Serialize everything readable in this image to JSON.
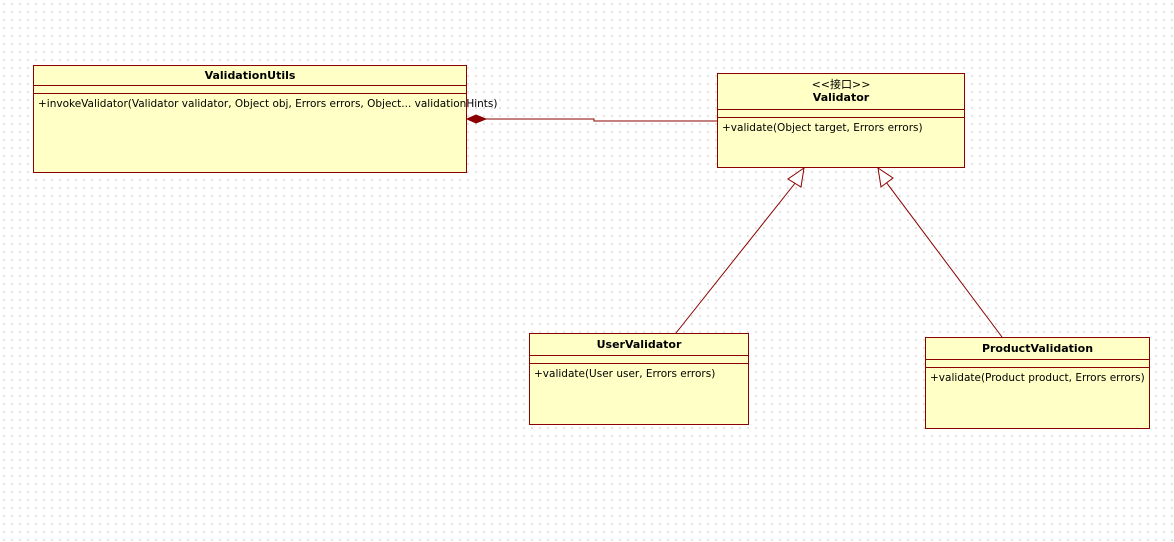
{
  "classes": {
    "validation_utils": {
      "name": "ValidationUtils",
      "operations": [
        "+invokeValidator(Validator validator, Object obj, Errors errors, Object... validationHints)"
      ]
    },
    "validator": {
      "stereotype": "<<接口>>",
      "name": "Validator",
      "operations": [
        "+validate(Object target, Errors errors)"
      ]
    },
    "user_validator": {
      "name": "UserValidator",
      "operations": [
        "+validate(User user, Errors errors)"
      ]
    },
    "product_validation": {
      "name": "ProductValidation",
      "operations": [
        "+validate(Product product, Errors errors)"
      ]
    }
  },
  "relationships": [
    {
      "type": "composition",
      "whole": "ValidationUtils",
      "part": "Validator"
    },
    {
      "type": "realization",
      "from": "UserValidator",
      "to": "Validator"
    },
    {
      "type": "realization",
      "from": "ProductValidation",
      "to": "Validator"
    }
  ],
  "colors": {
    "class_fill": "#ffffc6",
    "line": "#8b0000"
  }
}
